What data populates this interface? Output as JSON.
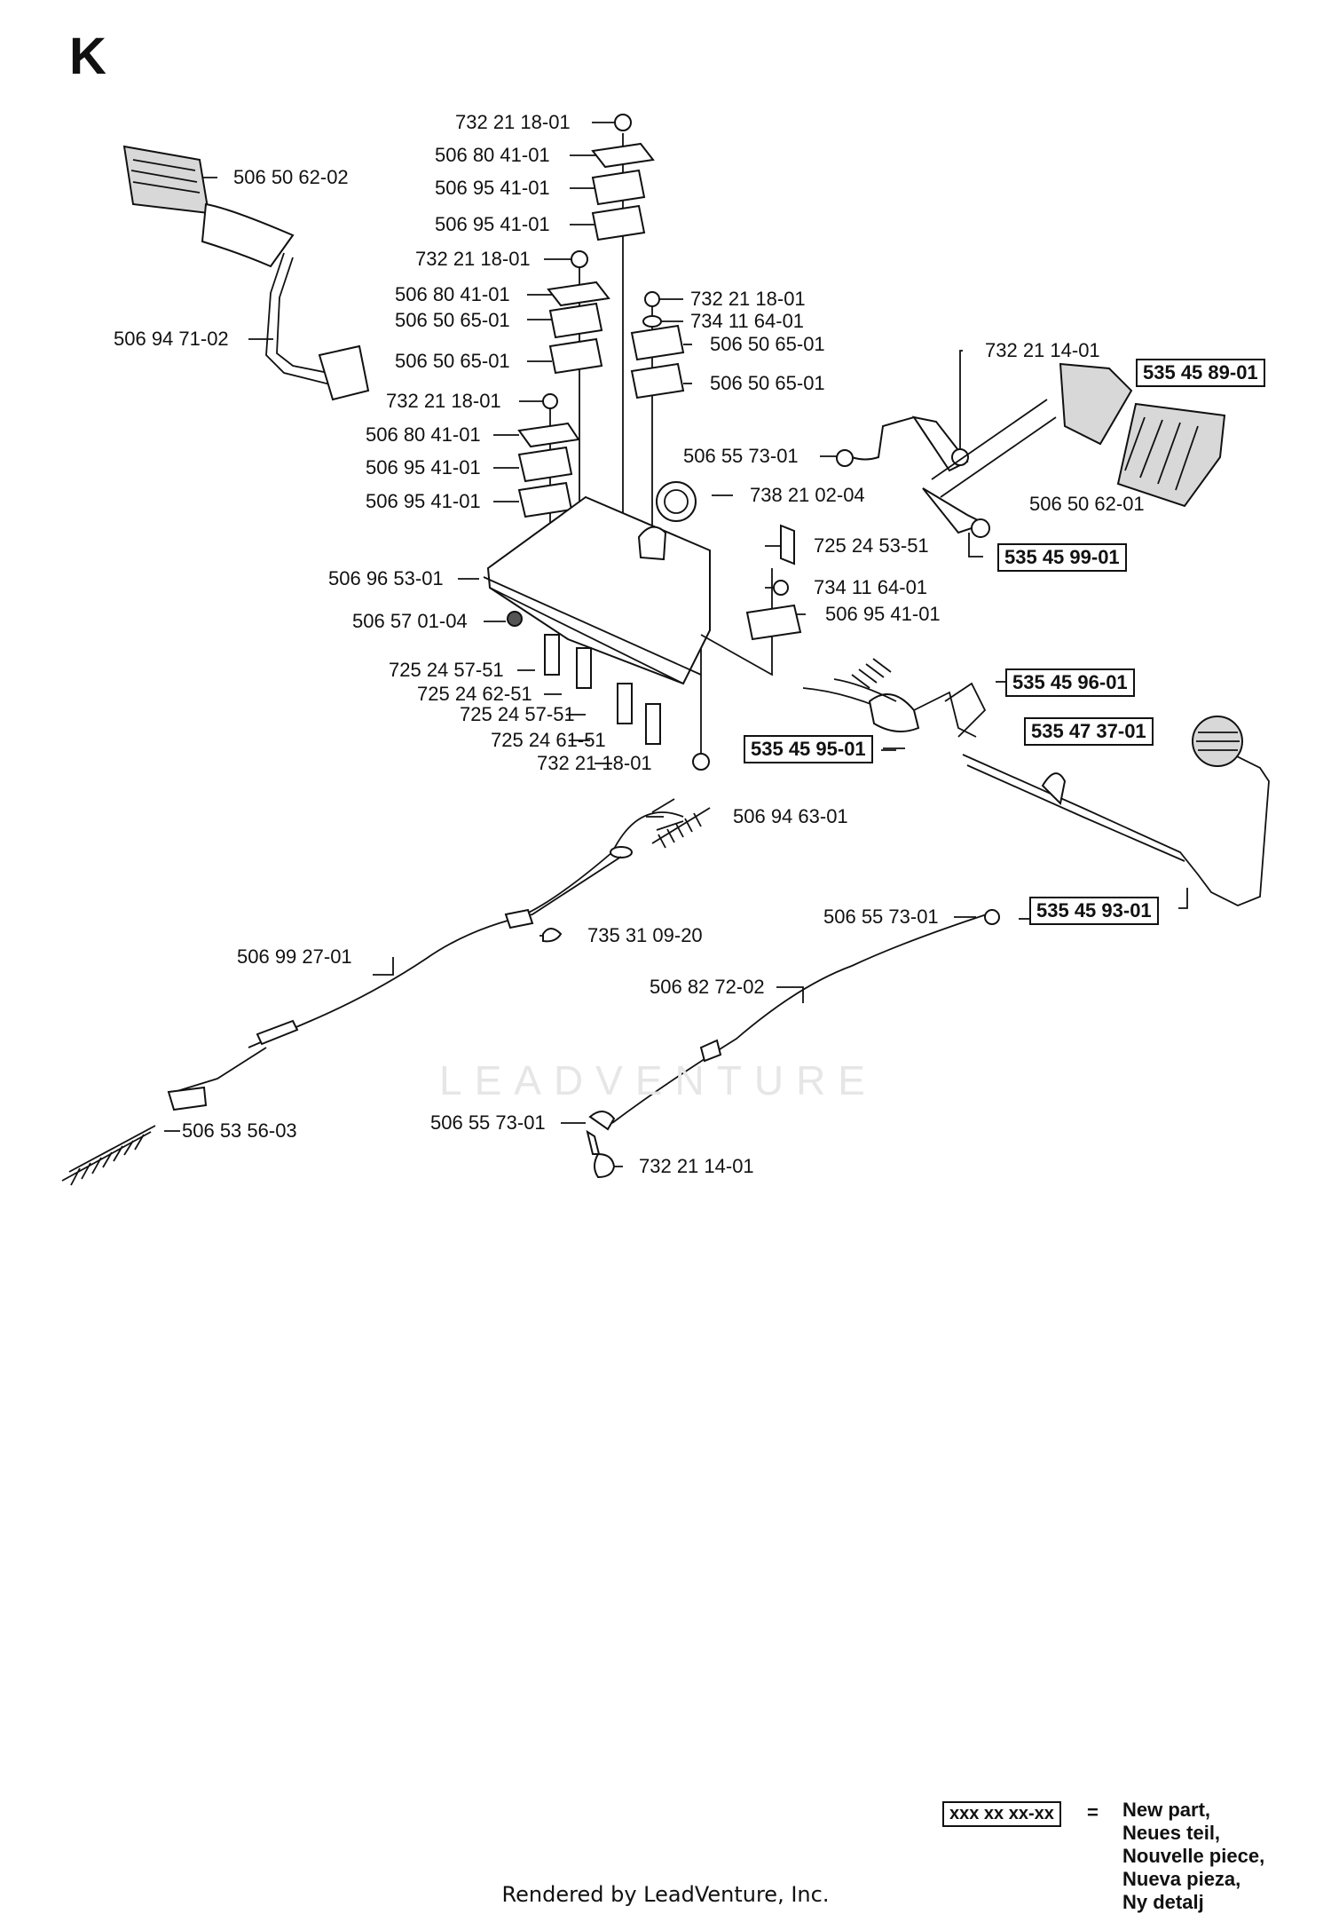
{
  "page_letter": "K",
  "watermark": "LEADVENTURE",
  "footer": "Rendered by LeadVenture, Inc.",
  "legend": {
    "box_label": "xxx xx xx-xx",
    "equals": "=",
    "lines": [
      "New part,",
      "Neues teil,",
      "Nouvelle piece,",
      "Nueva pieza,",
      "Ny detalj"
    ]
  },
  "parts": [
    {
      "label": "732 21 18-01",
      "new": false
    },
    {
      "label": "506 80 41-01",
      "new": false
    },
    {
      "label": "506 95 41-01",
      "new": false
    },
    {
      "label": "506 95 41-01",
      "new": false
    },
    {
      "label": "506 50 62-02",
      "new": false
    },
    {
      "label": "732 21 18-01",
      "new": false
    },
    {
      "label": "506 80 41-01",
      "new": false
    },
    {
      "label": "506 50 65-01",
      "new": false
    },
    {
      "label": "732 21 18-01",
      "new": false
    },
    {
      "label": "734 11 64-01",
      "new": false
    },
    {
      "label": "506 50 65-01",
      "new": false
    },
    {
      "label": "506 94 71-02",
      "new": false
    },
    {
      "label": "506 50 65-01",
      "new": false
    },
    {
      "label": "506 50 65-01",
      "new": false
    },
    {
      "label": "732 21 14-01",
      "new": false
    },
    {
      "label": "535 45 89-01",
      "new": true
    },
    {
      "label": "732 21 18-01",
      "new": false
    },
    {
      "label": "506 80 41-01",
      "new": false
    },
    {
      "label": "506 55 73-01",
      "new": false
    },
    {
      "label": "506 95 41-01",
      "new": false
    },
    {
      "label": "738 21 02-04",
      "new": false
    },
    {
      "label": "506 50 62-01",
      "new": false
    },
    {
      "label": "506 95 41-01",
      "new": false
    },
    {
      "label": "725 24 53-51",
      "new": false
    },
    {
      "label": "535 45 99-01",
      "new": true
    },
    {
      "label": "506 96 53-01",
      "new": false
    },
    {
      "label": "734 11 64-01",
      "new": false
    },
    {
      "label": "506 57 01-04",
      "new": false
    },
    {
      "label": "506 95 41-01",
      "new": false
    },
    {
      "label": "725 24 57-51",
      "new": false
    },
    {
      "label": "535 45 96-01",
      "new": true
    },
    {
      "label": "725 24 62-51",
      "new": false
    },
    {
      "label": "725 24 57-51",
      "new": false
    },
    {
      "label": "535 47 37-01",
      "new": true
    },
    {
      "label": "725 24 61-51",
      "new": false
    },
    {
      "label": "535 45 95-01",
      "new": true
    },
    {
      "label": "732 21 18-01",
      "new": false
    },
    {
      "label": "506 94 63-01",
      "new": false
    },
    {
      "label": "506 55 73-01",
      "new": false
    },
    {
      "label": "535 45 93-01",
      "new": true
    },
    {
      "label": "506 99 27-01",
      "new": false
    },
    {
      "label": "735 31 09-20",
      "new": false
    },
    {
      "label": "506 82 72-02",
      "new": false
    },
    {
      "label": "506 53 56-03",
      "new": false
    },
    {
      "label": "506 55 73-01",
      "new": false
    },
    {
      "label": "732 21 14-01",
      "new": false
    }
  ]
}
